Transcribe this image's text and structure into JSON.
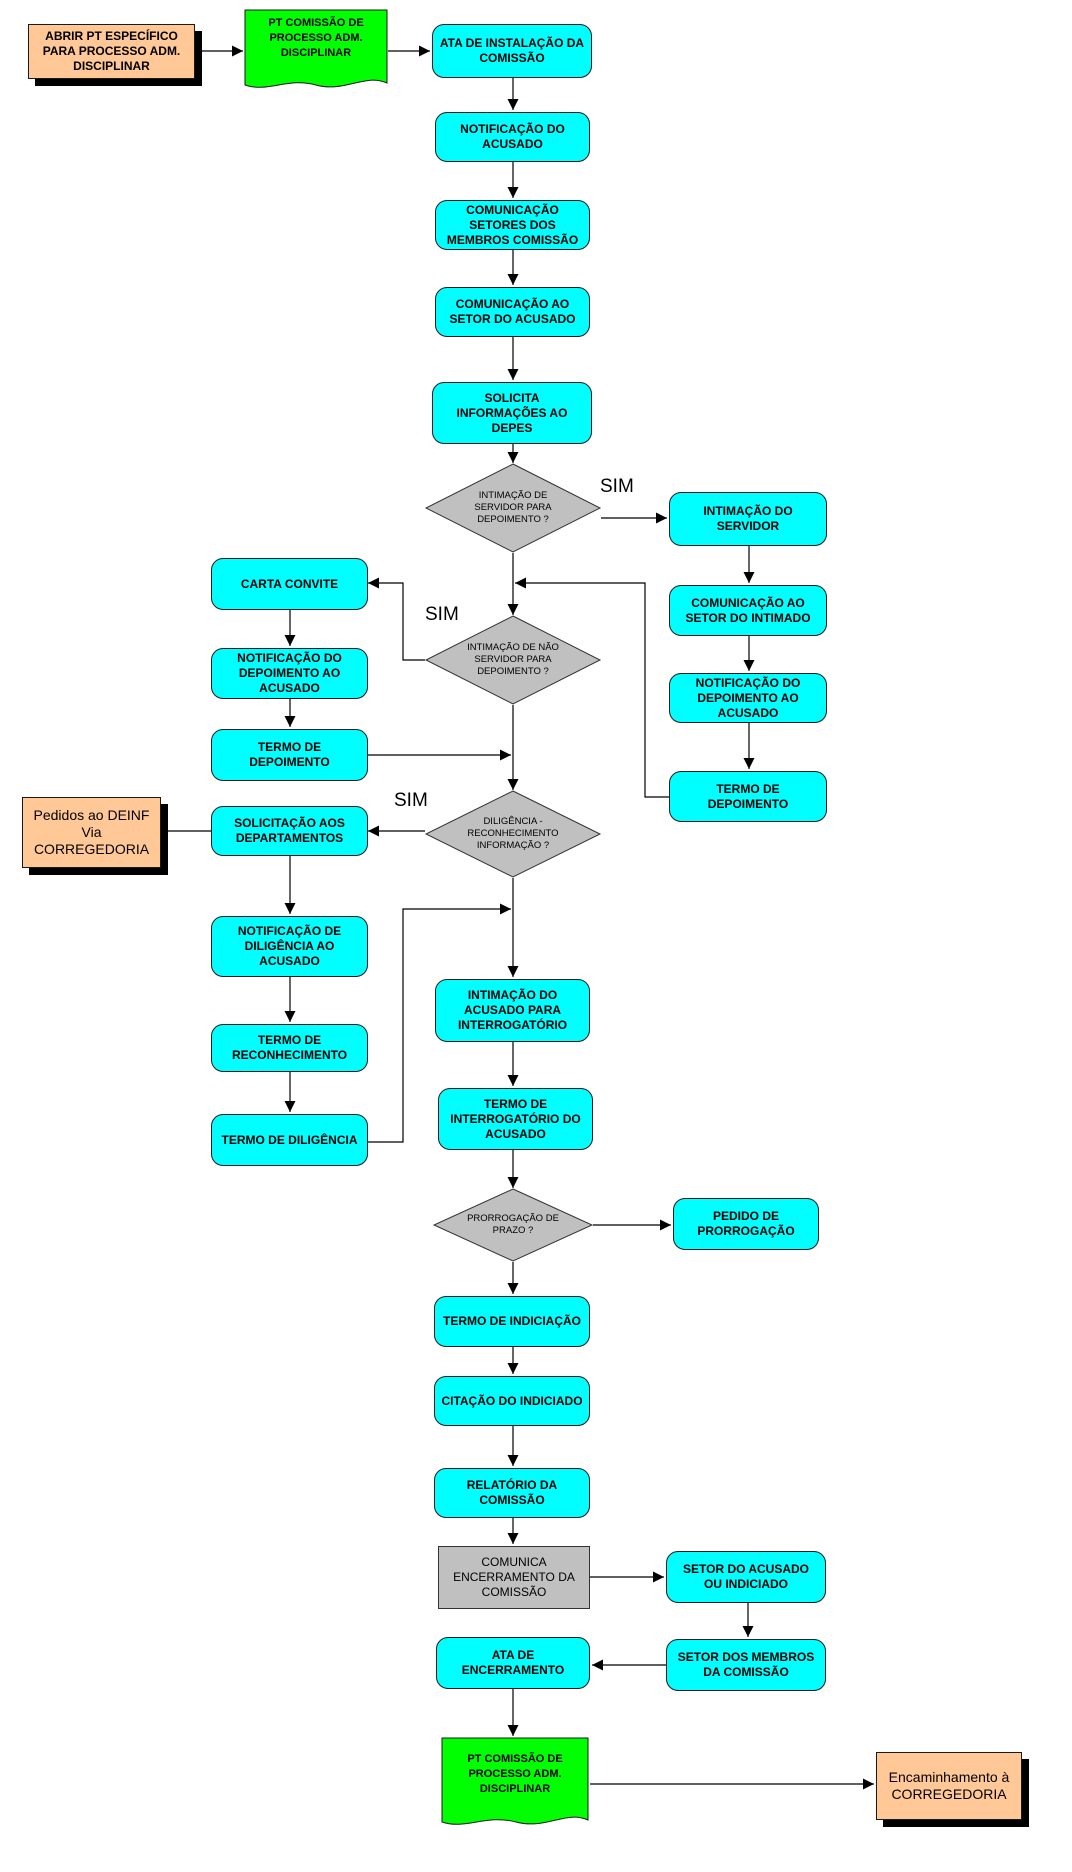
{
  "nodes": {
    "abrir_pt": "ABRIR PT ESPECÍFICO PARA PROCESSO ADM. DISCIPLINAR",
    "pt_comissao_top": "PT COMISSÃO DE PROCESSO ADM. DISCIPLINAR",
    "ata_instalacao": "ATA DE INSTALAÇÃO DA COMISSÃO",
    "notificacao_acusado": "NOTIFICAÇÃO DO ACUSADO",
    "comunicacao_setores": "COMUNICAÇÃO SETORES DOS MEMBROS COMISSÃO",
    "comunicacao_setor_acusado": "COMUNICAÇÃO AO SETOR DO ACUSADO",
    "solicita_depes": "SOLICITA INFORMAÇÕES AO DEPES",
    "intimacao_servidor_q": "INTIMAÇÃO DE SERVIDOR PARA DEPOIMENTO ?",
    "intimacao_servidor": "INTIMAÇÃO DO SERVIDOR",
    "comunicacao_setor_intimado": "COMUNICAÇÃO AO SETOR DO INTIMADO",
    "notificacao_depoimento_right": "NOTIFICAÇÃO DO DEPOIMENTO AO ACUSADO",
    "termo_depoimento_right": "TERMO DE DEPOIMENTO",
    "carta_convite": "CARTA CONVITE",
    "intimacao_nao_servidor_q": "INTIMAÇÃO DE NÃO SERVIDOR PARA DEPOIMENTO ?",
    "notificacao_depoimento_left": "NOTIFICAÇÃO DO DEPOIMENTO AO ACUSADO",
    "termo_depoimento_left": "TERMO DE DEPOIMENTO",
    "pedidos_deinf": "Pedidos ao DEINF Via CORREGEDORIA",
    "solicitacao_departamentos": "SOLICITAÇÃO AOS DEPARTAMENTOS",
    "diligencia_q": "DILIGÊNCIA - RECONHECIMENTO INFORMAÇÃO ?",
    "notificacao_diligencia": "NOTIFICAÇÃO DE DILIGÊNCIA AO ACUSADO",
    "termo_reconhecimento": "TERMO DE RECONHECIMENTO",
    "termo_diligencia": "TERMO DE DILIGÊNCIA",
    "intimacao_interrogatorio": "INTIMAÇÃO DO ACUSADO PARA INTERROGATÓRIO",
    "termo_interrogatorio": "TERMO DE INTERROGATÓRIO DO ACUSADO",
    "prorrogacao_q": "PRORROGAÇÃO DE PRAZO ?",
    "pedido_prorrogacao": "PEDIDO DE PRORROGAÇÃO",
    "termo_indiciacao": "TERMO DE INDICIAÇÃO",
    "citacao_indiciado": "CITAÇÃO DO INDICIADO",
    "relatorio_comissao": "RELATÓRIO DA COMISSÃO",
    "comunica_encerramento": "COMUNICA ENCERRAMENTO DA COMISSÃO",
    "setor_acusado_indiciado": "SETOR DO ACUSADO OU INDICIADO",
    "setor_membros": "SETOR DOS MEMBROS DA COMISSÃO",
    "ata_encerramento": "ATA DE ENCERRAMENTO",
    "pt_comissao_bottom": "PT COMISSÃO DE PROCESSO ADM. DISCIPLINAR",
    "encaminhamento": "Encaminhamento à CORREGEDORIA"
  },
  "labels": {
    "sim_servidor": "SIM",
    "sim_nao_servidor": "SIM",
    "sim_diligencia": "SIM"
  },
  "colors": {
    "process": "#00ffff",
    "document": "#00ff00",
    "start_end": "#ffc896",
    "decision": "#c0c0c0"
  }
}
